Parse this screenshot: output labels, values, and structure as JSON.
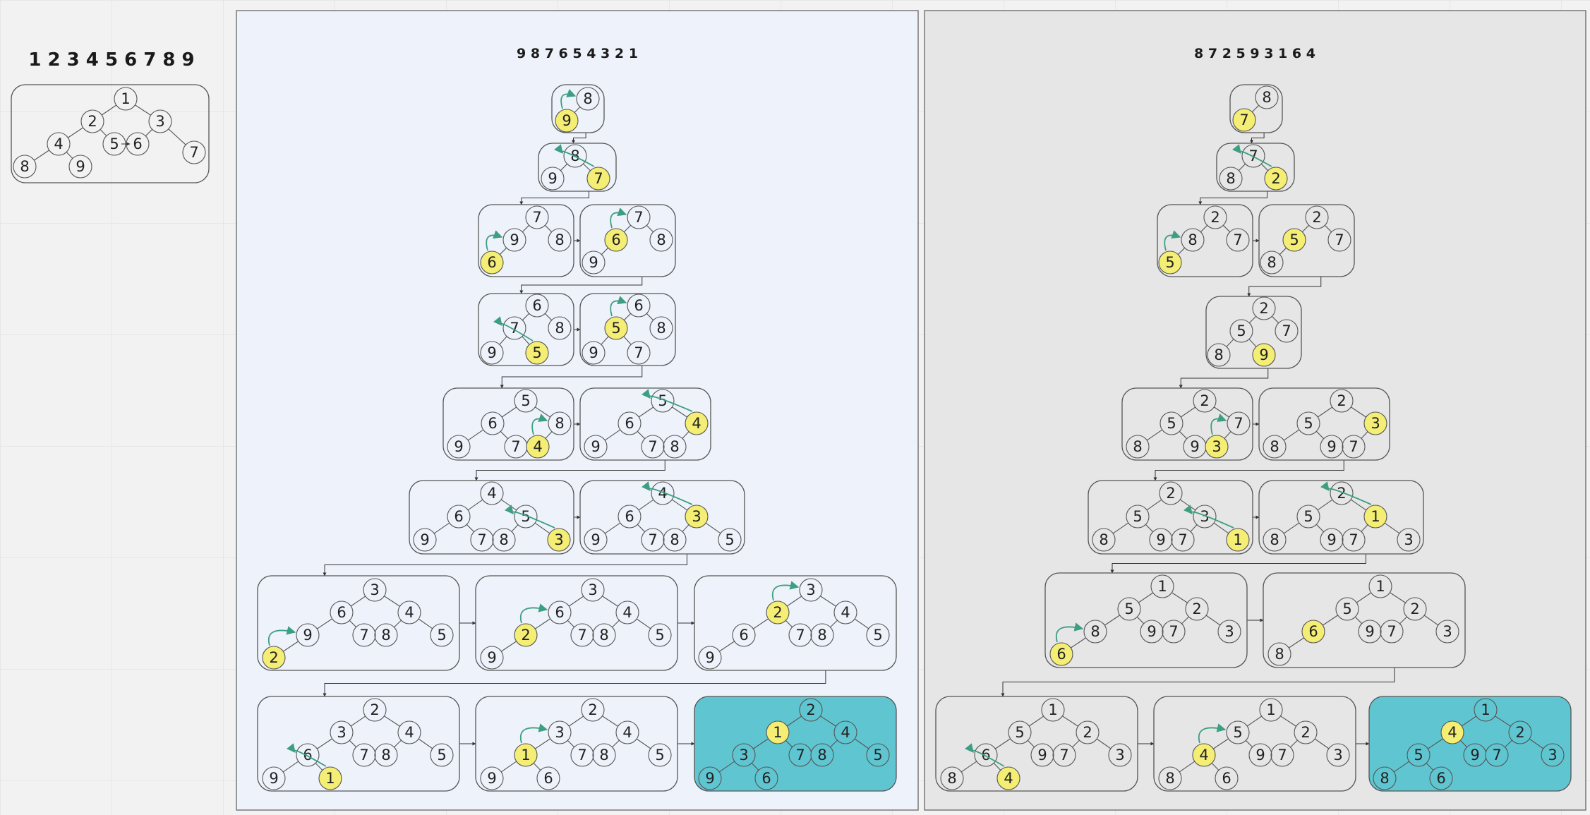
{
  "titles": {
    "reference": "1 2 3 4 5 6 7 8 9",
    "panel_a": "9 8 7 6 5 4 3 2 1",
    "panel_b": "8 7 2 5 9 3 1 6 4"
  },
  "colors": {
    "highlight": "#f5ee74",
    "final_tree": "#5fc6d1",
    "swap_arrow": "#3d9e82",
    "panel_a_bg": "#eef3fb",
    "panel_b_bg": "#e6e6e6"
  },
  "reference_tree": {
    "n": [
      1,
      2,
      3,
      4,
      5,
      6,
      7,
      8,
      9
    ]
  },
  "panel_a_steps": [
    {
      "n": [
        8,
        9
      ],
      "hl": 1,
      "sw": [
        1,
        0
      ]
    },
    {
      "n": [
        8,
        9,
        7
      ],
      "hl": 2,
      "sw": [
        2,
        0
      ]
    },
    {
      "n": [
        7,
        9,
        8,
        6
      ],
      "hl": 3,
      "sw": [
        3,
        1
      ]
    },
    {
      "n": [
        7,
        6,
        8,
        9
      ],
      "hl": 1,
      "sw": [
        1,
        0
      ]
    },
    {
      "n": [
        6,
        7,
        8,
        9,
        5
      ],
      "hl": 4,
      "sw": [
        4,
        1
      ]
    },
    {
      "n": [
        6,
        5,
        8,
        9,
        7
      ],
      "hl": 1,
      "sw": [
        1,
        0
      ]
    },
    {
      "n": [
        5,
        6,
        8,
        9,
        7,
        4
      ],
      "hl": 5,
      "sw": [
        5,
        2
      ]
    },
    {
      "n": [
        5,
        6,
        4,
        9,
        7,
        8
      ],
      "hl": 2,
      "sw": [
        2,
        0
      ]
    },
    {
      "n": [
        4,
        6,
        5,
        9,
        7,
        8,
        3
      ],
      "hl": 6,
      "sw": [
        6,
        2
      ]
    },
    {
      "n": [
        4,
        6,
        3,
        9,
        7,
        8,
        5
      ],
      "hl": 2,
      "sw": [
        2,
        0
      ]
    },
    {
      "n": [
        3,
        6,
        4,
        9,
        7,
        8,
        5,
        2
      ],
      "hl": 7,
      "sw": [
        7,
        3
      ]
    },
    {
      "n": [
        3,
        6,
        4,
        2,
        7,
        8,
        5,
        9
      ],
      "hl": 3,
      "sw": [
        3,
        1
      ]
    },
    {
      "n": [
        3,
        2,
        4,
        6,
        7,
        8,
        5,
        9
      ],
      "hl": 1,
      "sw": [
        1,
        0
      ]
    },
    {
      "n": [
        2,
        3,
        4,
        6,
        7,
        8,
        5,
        9,
        1
      ],
      "hl": 8,
      "sw": [
        8,
        3
      ]
    },
    {
      "n": [
        2,
        3,
        4,
        1,
        7,
        8,
        5,
        9,
        6
      ],
      "hl": 3,
      "sw": [
        3,
        1
      ]
    },
    {
      "n": [
        2,
        1,
        4,
        3,
        7,
        8,
        5,
        9,
        6
      ],
      "hl": 1,
      "final": true
    }
  ],
  "panel_b_steps": [
    {
      "n": [
        8,
        7
      ],
      "hl": 1
    },
    {
      "n": [
        7,
        8,
        2
      ],
      "hl": 2,
      "sw": [
        2,
        0
      ]
    },
    {
      "n": [
        2,
        8,
        7,
        5
      ],
      "hl": 3,
      "sw": [
        3,
        1
      ]
    },
    {
      "n": [
        2,
        5,
        7,
        8
      ],
      "hl": 1
    },
    {
      "n": [
        2,
        5,
        7,
        8,
        9
      ],
      "hl": 4
    },
    {
      "n": [
        2,
        5,
        7,
        8,
        9,
        3
      ],
      "hl": 5,
      "sw": [
        5,
        2
      ]
    },
    {
      "n": [
        2,
        5,
        3,
        8,
        9,
        7
      ],
      "hl": 2
    },
    {
      "n": [
        2,
        5,
        3,
        8,
        9,
        7,
        1
      ],
      "hl": 6,
      "sw": [
        6,
        2
      ]
    },
    {
      "n": [
        2,
        5,
        1,
        8,
        9,
        7,
        3
      ],
      "hl": 2,
      "sw": [
        2,
        0
      ]
    },
    {
      "n": [
        1,
        5,
        2,
        8,
        9,
        7,
        3,
        6
      ],
      "hl": 7,
      "sw": [
        7,
        3
      ]
    },
    {
      "n": [
        1,
        5,
        2,
        6,
        9,
        7,
        3,
        8
      ],
      "hl": 3
    },
    {
      "n": [
        1,
        5,
        2,
        6,
        9,
        7,
        3,
        8,
        4
      ],
      "hl": 8,
      "sw": [
        8,
        3
      ]
    },
    {
      "n": [
        1,
        5,
        2,
        4,
        9,
        7,
        3,
        8,
        6
      ],
      "hl": 3,
      "sw": [
        3,
        1
      ]
    },
    {
      "n": [
        1,
        4,
        2,
        5,
        9,
        7,
        3,
        8,
        6
      ],
      "hl": 1,
      "final": true
    }
  ]
}
